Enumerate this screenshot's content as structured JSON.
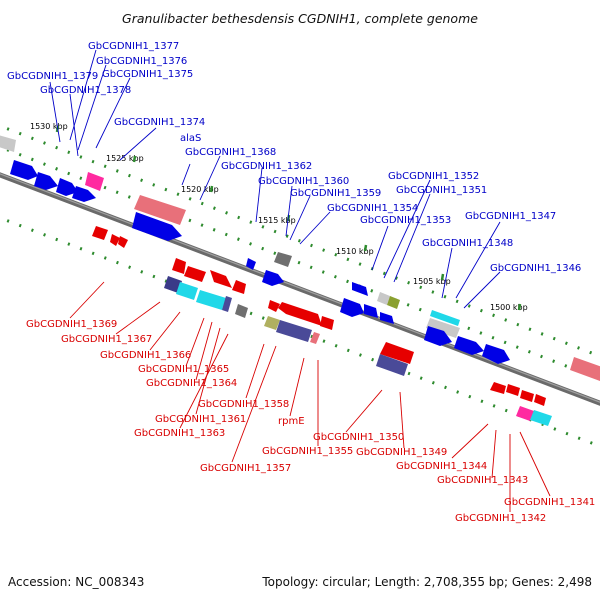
{
  "title": "Granulibacter bethesdensis CGDNIH1, complete genome",
  "footer": {
    "accession": "Accession: NC_008343",
    "summary": "Topology: circular; Length: 2,708,355 bp; Genes: 2,498"
  },
  "ticks": [
    "1530 kbp",
    "1525 kbp",
    "1520 kbp",
    "1515 kbp",
    "1510 kbp",
    "1505 kbp",
    "1500 kbp"
  ],
  "labels_forward": [
    "GbCGDNIH1_1377",
    "GbCGDNIH1_1376",
    "GbCGDNIH1_1379",
    "GbCGDNIH1_1375",
    "GbCGDNIH1_1378",
    "GbCGDNIH1_1374",
    "alaS",
    "GbCGDNIH1_1368",
    "GbCGDNIH1_1362",
    "GbCGDNIH1_1360",
    "GbCGDNIH1_1359",
    "GbCGDNIH1_1354",
    "GbCGDNIH1_1352",
    "GbCGDNIH1_1351",
    "GbCGDNIH1_1353",
    "GbCGDNIH1_1347",
    "GbCGDNIH1_1348",
    "GbCGDNIH1_1346"
  ],
  "labels_reverse": [
    "GbCGDNIH1_1369",
    "GbCGDNIH1_1367",
    "GbCGDNIH1_1366",
    "GbCGDNIH1_1365",
    "GbCGDNIH1_1364",
    "GbCGDNIH1_1358",
    "GbCGDNIH1_1361",
    "GbCGDNIH1_1363",
    "rpmE",
    "GbCGDNIH1_1350",
    "GbCGDNIH1_1355",
    "GbCGDNIH1_1349",
    "GbCGDNIH1_1357",
    "GbCGDNIH1_1344",
    "GbCGDNIH1_1343",
    "GbCGDNIH1_1341",
    "GbCGDNIH1_1342"
  ],
  "colors": {
    "forward_cds": "#0000e6",
    "reverse_cds": "#e60000",
    "rrna": "#e8707a",
    "trna": "#ff2aa0",
    "other": "#20d8e8",
    "misc": "#4a4a98",
    "grey": "#8a8a8a",
    "olive": "#8aa030",
    "dotted_ring": "#2e8b2e",
    "backbone": "#6e6e6e"
  }
}
